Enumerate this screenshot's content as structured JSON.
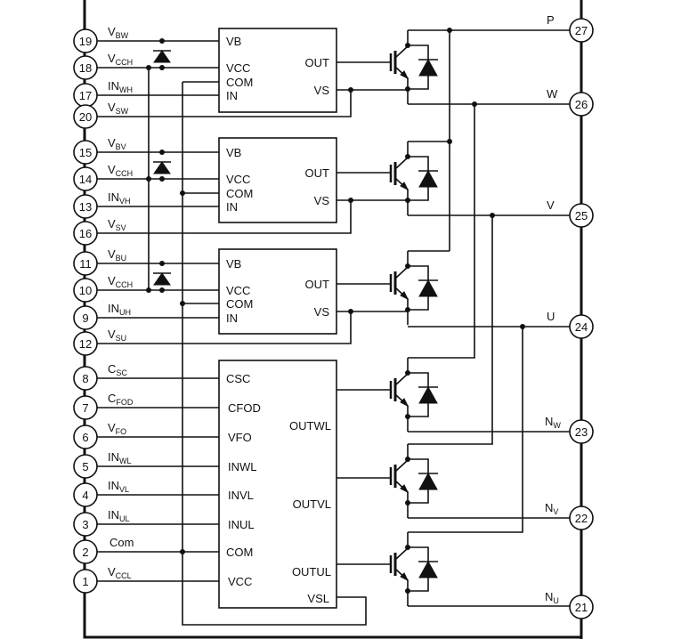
{
  "left_pins": [
    {
      "num": "19",
      "label": "V",
      "sub": "BW"
    },
    {
      "num": "18",
      "label": "V",
      "sub": "CCH"
    },
    {
      "num": "17",
      "label": "IN",
      "sub": "WH"
    },
    {
      "num": "20",
      "label": "V",
      "sub": "SW"
    },
    {
      "num": "15",
      "label": "V",
      "sub": "BV"
    },
    {
      "num": "14",
      "label": "V",
      "sub": "CCH"
    },
    {
      "num": "13",
      "label": "IN",
      "sub": "VH"
    },
    {
      "num": "16",
      "label": "V",
      "sub": "SV"
    },
    {
      "num": "11",
      "label": "V",
      "sub": "BU"
    },
    {
      "num": "10",
      "label": "V",
      "sub": "CCH"
    },
    {
      "num": "9",
      "label": "IN",
      "sub": "UH"
    },
    {
      "num": "12",
      "label": "V",
      "sub": "SU"
    },
    {
      "num": "8",
      "label": "C",
      "sub": "SC"
    },
    {
      "num": "7",
      "label": "C",
      "sub": "FOD"
    },
    {
      "num": "6",
      "label": "V",
      "sub": "FO"
    },
    {
      "num": "5",
      "label": "IN",
      "sub": "WL"
    },
    {
      "num": "4",
      "label": "IN",
      "sub": "VL"
    },
    {
      "num": "3",
      "label": "IN",
      "sub": "UL"
    },
    {
      "num": "2",
      "label": "Com",
      "sub": ""
    },
    {
      "num": "1",
      "label": "V",
      "sub": "CCL"
    }
  ],
  "right_pins": [
    {
      "num": "27",
      "label": "P",
      "sub": ""
    },
    {
      "num": "26",
      "label": "W",
      "sub": ""
    },
    {
      "num": "25",
      "label": "V",
      "sub": ""
    },
    {
      "num": "24",
      "label": "U",
      "sub": ""
    },
    {
      "num": "23",
      "label": "N",
      "sub": "W"
    },
    {
      "num": "22",
      "label": "N",
      "sub": "V"
    },
    {
      "num": "21",
      "label": "N",
      "sub": "U"
    }
  ],
  "high_side_drivers": [
    {
      "inputs": [
        "VB",
        "VCC",
        "COM",
        "IN"
      ],
      "outputs": [
        "OUT",
        "VS"
      ]
    },
    {
      "inputs": [
        "VB",
        "VCC",
        "COM",
        "IN"
      ],
      "outputs": [
        "OUT",
        "VS"
      ]
    },
    {
      "inputs": [
        "VB",
        "VCC",
        "COM",
        "IN"
      ],
      "outputs": [
        "OUT",
        "VS"
      ]
    }
  ],
  "low_side_driver": {
    "inputs": [
      "CSC",
      "CFOD",
      "VFO",
      "INWL",
      "INVL",
      "INUL",
      "COM",
      "VCC"
    ],
    "outputs": [
      "OUTWL",
      "OUTVL",
      "OUTUL",
      "VSL"
    ]
  }
}
